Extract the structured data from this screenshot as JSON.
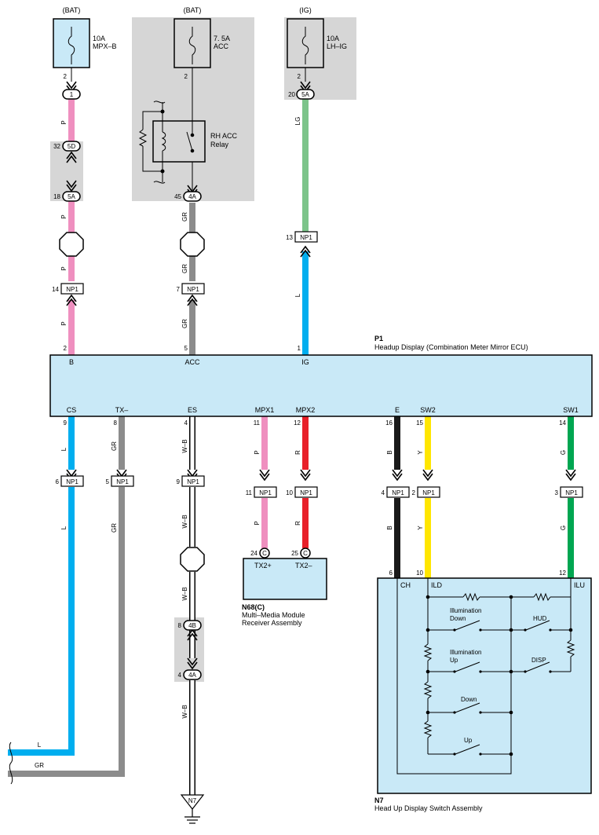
{
  "fuses": [
    {
      "source": "(BAT)",
      "rating": "10A",
      "name": "MPX–B",
      "pin": "2"
    },
    {
      "source": "(BAT)",
      "rating": "7. 5A",
      "name": "ACC",
      "pin": "2"
    },
    {
      "source": "(IG)",
      "rating": "10A",
      "name": "LH–IG",
      "pin": "2"
    }
  ],
  "relay": {
    "line1": "RH ACC",
    "line2": "Relay"
  },
  "p1": {
    "code": "P1",
    "title": "Headup Display (Combination Meter Mirror ECU)"
  },
  "n68": {
    "code": "N68(C)",
    "line1": "Multi–Media Module",
    "line2": "Receiver Assembly",
    "tx_plus": "TX2+",
    "tx_minus": "TX2–"
  },
  "n7": {
    "code": "N7",
    "title": "Head Up Display Switch Assembly",
    "ch": "CH",
    "ild": "ILD",
    "ilu": "ILU"
  },
  "switches": {
    "illum_down_1": "Illumination",
    "illum_down_2": "Down",
    "illum_up_1": "Illumination",
    "illum_up_2": "Up",
    "down": "Down",
    "up": "Up",
    "hud": "HUD",
    "disp": "DISP"
  },
  "ground": {
    "label": "N7"
  },
  "top_pins": {
    "B": "B",
    "ACC": "ACC",
    "IG": "IG"
  },
  "bottom_pins": {
    "CS": "CS",
    "TX": "TX–",
    "ES": "ES",
    "MPX1": "MPX1",
    "MPX2": "MPX2",
    "E": "E",
    "SW2": "SW2",
    "SW1": "SW1"
  },
  "connectors": {
    "c1": "1",
    "c5D": "5D",
    "c5A": "5A",
    "c4A": "4A",
    "c4B": "4B",
    "np1": "NP1",
    "c": "C"
  },
  "pin_numbers": {
    "p2a": "2",
    "p2b": "2",
    "p2c": "2",
    "p20": "20",
    "p32": "32",
    "p18": "18",
    "p45": "45",
    "p13": "13",
    "p14": "14",
    "p7": "7",
    "top2": "2",
    "top5": "5",
    "top1": "1",
    "b9": "9",
    "b8": "8",
    "b4": "4",
    "b11": "11",
    "b12": "12",
    "b16": "16",
    "b15": "15",
    "b14": "14",
    "n6": "6",
    "n5": "5",
    "n9": "9",
    "n11": "11",
    "n10": "10",
    "n4": "4",
    "n2": "2",
    "n3": "3",
    "c24": "24",
    "c25": "25",
    "s8": "8",
    "s4": "4",
    "d6": "6",
    "d10": "10",
    "d12": "12"
  },
  "wire_labels": {
    "P": "P",
    "GR": "GR",
    "LG": "LG",
    "L": "L",
    "W–B": "W–B",
    "R": "R",
    "B": "B",
    "Y": "Y",
    "G": "G"
  },
  "colors": {
    "pink": "#ef8fbf",
    "gray": "#8c8c8c",
    "lightgreen": "#7cc48a",
    "blue": "#00aeef",
    "red": "#e8202a",
    "black": "#1a1a1a",
    "yellow": "#ffe600",
    "green": "#00a651",
    "panel": "#c9e9f7",
    "shade": "#d6d6d6"
  }
}
